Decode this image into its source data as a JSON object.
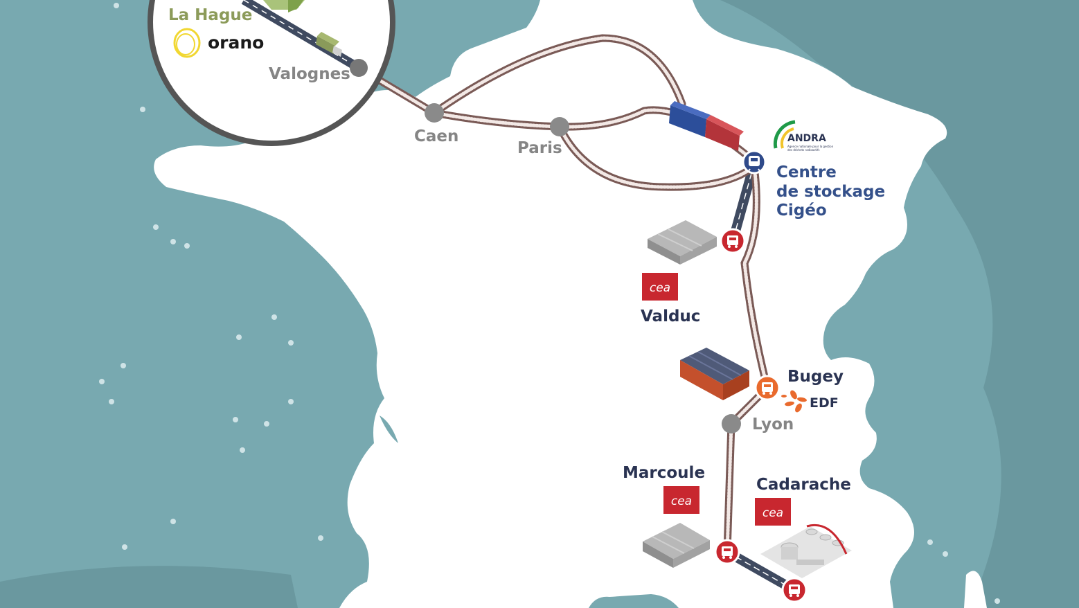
{
  "colors": {
    "sea": "#78a9b0",
    "sea_dark": "#6a989f",
    "land": "#ffffff",
    "rail": "#7a5a56",
    "road": "#3f4a60",
    "node_grey": "#8a8a8a",
    "station_blue": "#2f4a8a",
    "truck_red": "#c8272f",
    "truck_orange": "#e96a2d",
    "cea_red": "#c8272f",
    "text_grey": "#858585",
    "text_navy": "#2a3352",
    "text_blue": "#34508a",
    "hague_green": "#8c9b5a",
    "orano_yellow": "#f1d731"
  },
  "sites": {
    "la_hague": "La Hague",
    "orano_logo": "orano",
    "valognes": "Valognes",
    "caen": "Caen",
    "paris": "Paris",
    "lyon": "Lyon",
    "andra_logo": "ANDRA",
    "andra_tagline_1": "Agence nationale pour la gestion",
    "andra_tagline_2": "des déchets radioactifs",
    "cigeo_line1": "Centre",
    "cigeo_line2": "de stockage",
    "cigeo_line3": "Cigéo",
    "valduc": "Valduc",
    "bugey": "Bugey",
    "edf_logo": "EDF",
    "marcoule": "Marcoule",
    "cadarache": "Cadarache",
    "cea_logo": "cea"
  },
  "icons": {
    "rail_station": "train-icon",
    "road_station": "truck-icon"
  }
}
